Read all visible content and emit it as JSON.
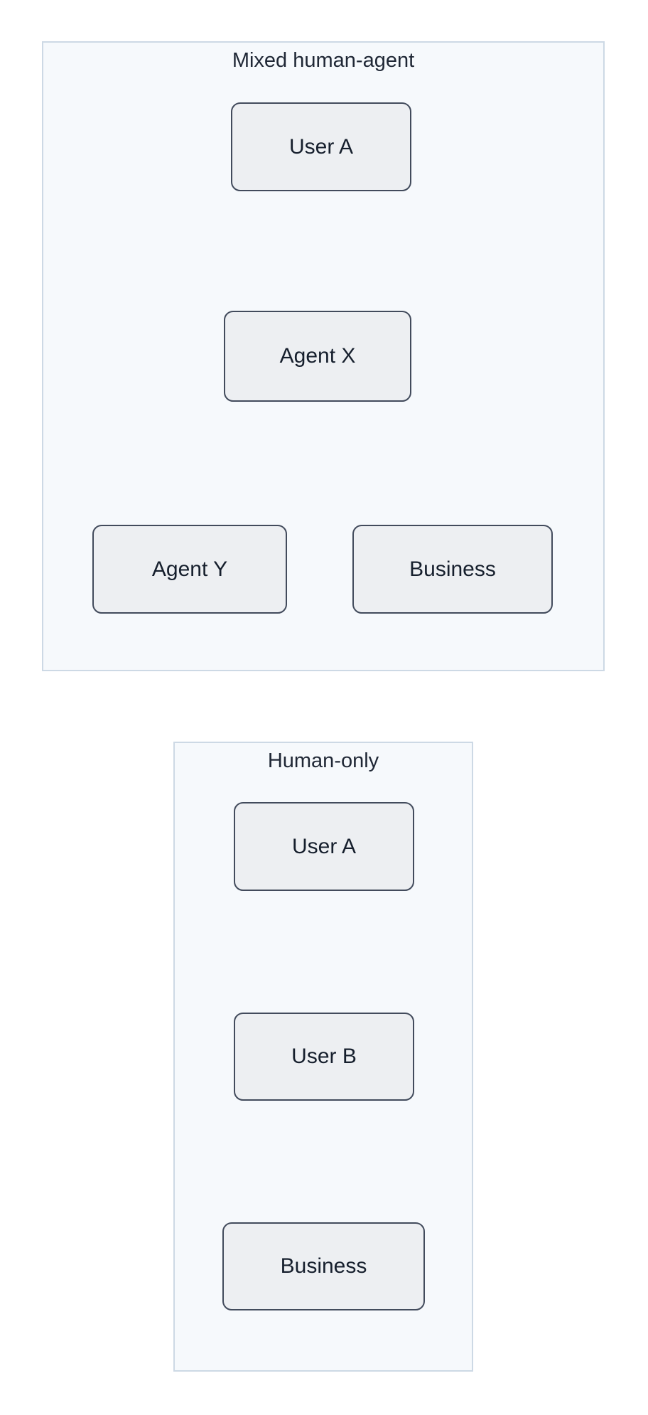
{
  "diagram": {
    "type": "flowchart",
    "direction": "top-down",
    "arrowheads": false,
    "colors": {
      "page_background": "#ffffff",
      "panel_background": "#f6f9fc",
      "panel_border": "#cdd9e5",
      "node_fill": "#edeff2",
      "node_border": "#424b5c",
      "edge_stroke": "#4b5364",
      "title_text": "#1f2735",
      "node_text": "#161f2d"
    },
    "panels": [
      {
        "title": "Mixed human-agent",
        "nodes": [
          {
            "label": "User A"
          },
          {
            "label": "Agent X"
          },
          {
            "label": "Agent Y"
          },
          {
            "label": "Business"
          }
        ],
        "edges": [
          {
            "from": "User A",
            "to": "Agent X",
            "shape": "straight"
          },
          {
            "from": "Agent X",
            "to": "Agent Y",
            "shape": "curved"
          },
          {
            "from": "Agent X",
            "to": "Business",
            "shape": "curved"
          }
        ]
      },
      {
        "title": "Human-only",
        "nodes": [
          {
            "label": "User A"
          },
          {
            "label": "User B"
          },
          {
            "label": "Business"
          }
        ],
        "edges": [
          {
            "from": "User A",
            "to": "User B",
            "shape": "straight"
          },
          {
            "from": "User B",
            "to": "Business",
            "shape": "straight"
          }
        ]
      }
    ]
  }
}
